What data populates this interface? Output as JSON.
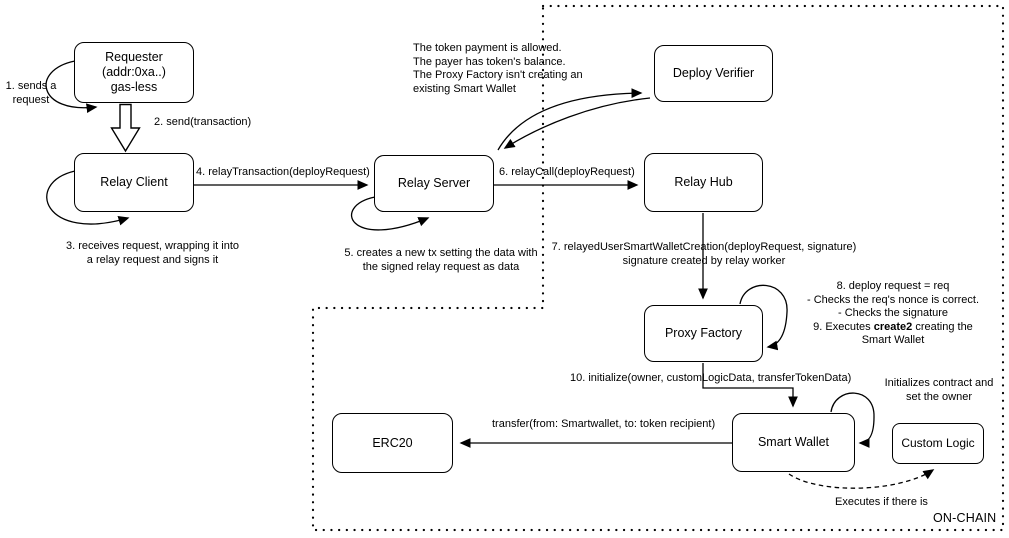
{
  "colors": {
    "ink": "#000000",
    "background": "#ffffff"
  },
  "nodes": {
    "requester": {
      "label": "Requester\n(addr:0xa..)\ngas-less"
    },
    "relay_client": {
      "label": "Relay Client"
    },
    "relay_server": {
      "label": "Relay Server"
    },
    "deploy_verifier": {
      "label": "Deploy Verifier"
    },
    "relay_hub": {
      "label": "Relay Hub"
    },
    "proxy_factory": {
      "label": "Proxy Factory"
    },
    "smart_wallet": {
      "label": "Smart Wallet"
    },
    "custom_logic": {
      "label": "Custom Logic"
    },
    "erc20": {
      "label": "ERC20"
    }
  },
  "annotations": {
    "step1": "1. sends a\nrequest",
    "step2": "2. send(transaction)",
    "step3": "3. receives request, wrapping it into\na relay request and signs it",
    "step4": "4. relayTransaction(deployRequest)",
    "step5": "5. creates a new tx setting the data with\nthe signed relay request as data",
    "step6": "6. relayCall(deployRequest)",
    "step7": "7. relayedUserSmartWalletCreation(deployRequest, signature)\nsignature created by relay worker",
    "verifier_note": "The token payment is allowed.\nThe payer has token's balance.\nThe Proxy Factory isn't creating an\nexisting Smart Wallet",
    "step8_9_pre": "8. deploy request = req\n- Checks the req's nonce is correct.\n- Checks the signature\n9. Executes ",
    "step8_9_bold": "create2",
    "step8_9_post": " creating the\nSmart Wallet",
    "step10": "10. initialize(owner, customLogicData, transferTokenData)",
    "transfer_label": "transfer(from: Smartwallet, to: token recipient)",
    "init_note": "Initializes contract and\nset the owner",
    "executes_note": "Executes if there is",
    "onchain_label": "ON-CHAIN"
  }
}
